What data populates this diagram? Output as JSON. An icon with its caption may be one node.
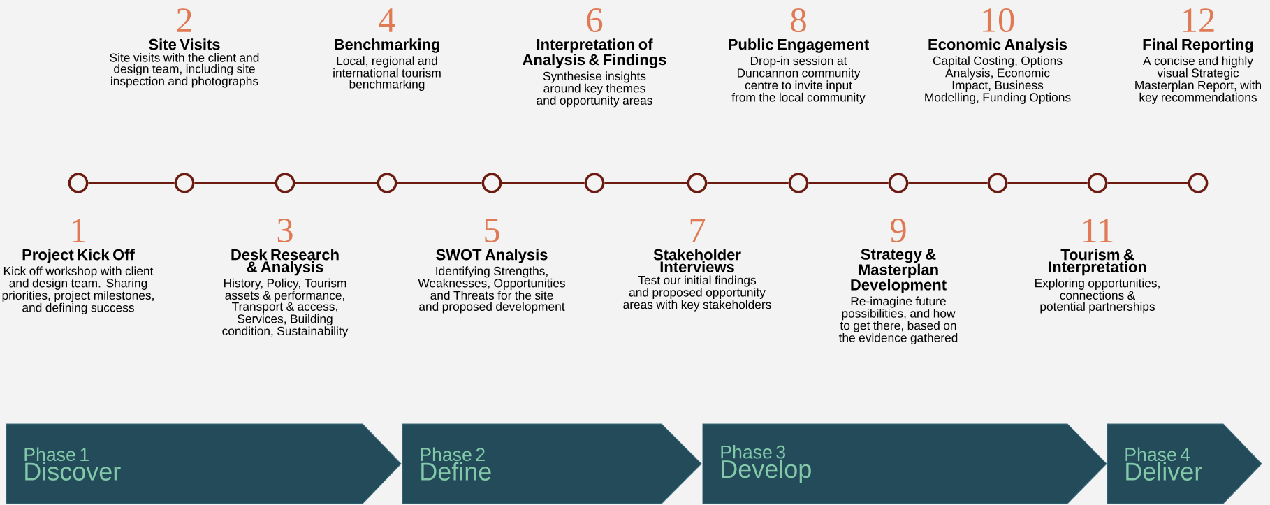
{
  "diagram": {
    "nodes": [
      {
        "text": [],
        "shape": "circle",
        "beside": [
          "1",
          "Project Kick Off",
          "Kick off workshop with client and design team. Sharing priorities, project milestones, and defining success"
        ]
      },
      {
        "text": [],
        "shape": "circle",
        "beside": [
          "2",
          "Site Visits",
          "Site visits with the client and design team, including site inspection and photographs"
        ]
      },
      {
        "text": [],
        "shape": "circle",
        "beside": [
          "3",
          "Desk Research & Analysis",
          "History, Policy, Tourism assets & performance, Transport & access, Services, Building condition, Sustainability"
        ]
      },
      {
        "text": [],
        "shape": "circle",
        "beside": [
          "4",
          "Benchmarking",
          "Local, regional and international tourism benchmarking"
        ]
      },
      {
        "text": [],
        "shape": "circle",
        "beside": [
          "5",
          "SWOT Analysis",
          "Identifying Strengths, Weaknesses, Opportunities and Threats for the site and proposed development"
        ]
      },
      {
        "text": [],
        "shape": "circle",
        "beside": [
          "6",
          "Interpretation of Analysis & Findings",
          "Synthesise insights around key themes and opportunity areas"
        ]
      },
      {
        "text": [],
        "shape": "circle",
        "beside": [
          "7",
          "Stakeholder Interviews",
          "Test our initial findings and proposed opportunity areas with key stakeholders"
        ]
      },
      {
        "text": [],
        "shape": "circle",
        "beside": [
          "8",
          "Public Engagement",
          "Drop-in session at Duncannon community centre to invite input from the local community"
        ]
      },
      {
        "text": [],
        "shape": "circle",
        "beside": [
          "9",
          "Strategy & Masterplan Development",
          "Re-imagine future possibilities, and how to get there, based on the evidence gathered"
        ]
      },
      {
        "text": [],
        "shape": "circle",
        "beside": [
          "10",
          "Economic Analysis",
          "Capital Costing, Options Analysis, Economic Impact, Business Modelling, Funding Options"
        ]
      },
      {
        "text": [],
        "shape": "circle",
        "beside": [
          "11",
          "Tourism & Interpretation",
          "Exploring opportunities, connections & potential partnerships"
        ]
      },
      {
        "text": [],
        "shape": "circle",
        "beside": [
          "12",
          "Final Reporting",
          "A concise and highly visual Strategic Masterplan Report, with key recommendations"
        ]
      },
      {
        "text": [
          "Phase 1",
          "Discover"
        ]
      },
      {
        "text": [
          "Phase 2",
          "Define"
        ]
      },
      {
        "text": [
          "Phase 3",
          "Develop"
        ]
      },
      {
        "text": [
          "Phase 4",
          "Deliver"
        ]
      }
    ],
    "edges": [
      {
        "from": 0,
        "to": 1,
        "arrow": "none"
      },
      {
        "from": 1,
        "to": 2,
        "arrow": "none"
      },
      {
        "from": 2,
        "to": 3,
        "arrow": "none"
      },
      {
        "from": 3,
        "to": 4,
        "arrow": "none"
      },
      {
        "from": 4,
        "to": 5,
        "arrow": "none"
      },
      {
        "from": 5,
        "to": 6,
        "arrow": "none"
      },
      {
        "from": 6,
        "to": 7,
        "arrow": "none"
      },
      {
        "from": 7,
        "to": 8,
        "arrow": "none"
      },
      {
        "from": 8,
        "to": 9,
        "arrow": "none"
      },
      {
        "from": 9,
        "to": 10,
        "arrow": "none"
      },
      {
        "from": 10,
        "to": 11,
        "arrow": "none"
      }
    ]
  }
}
